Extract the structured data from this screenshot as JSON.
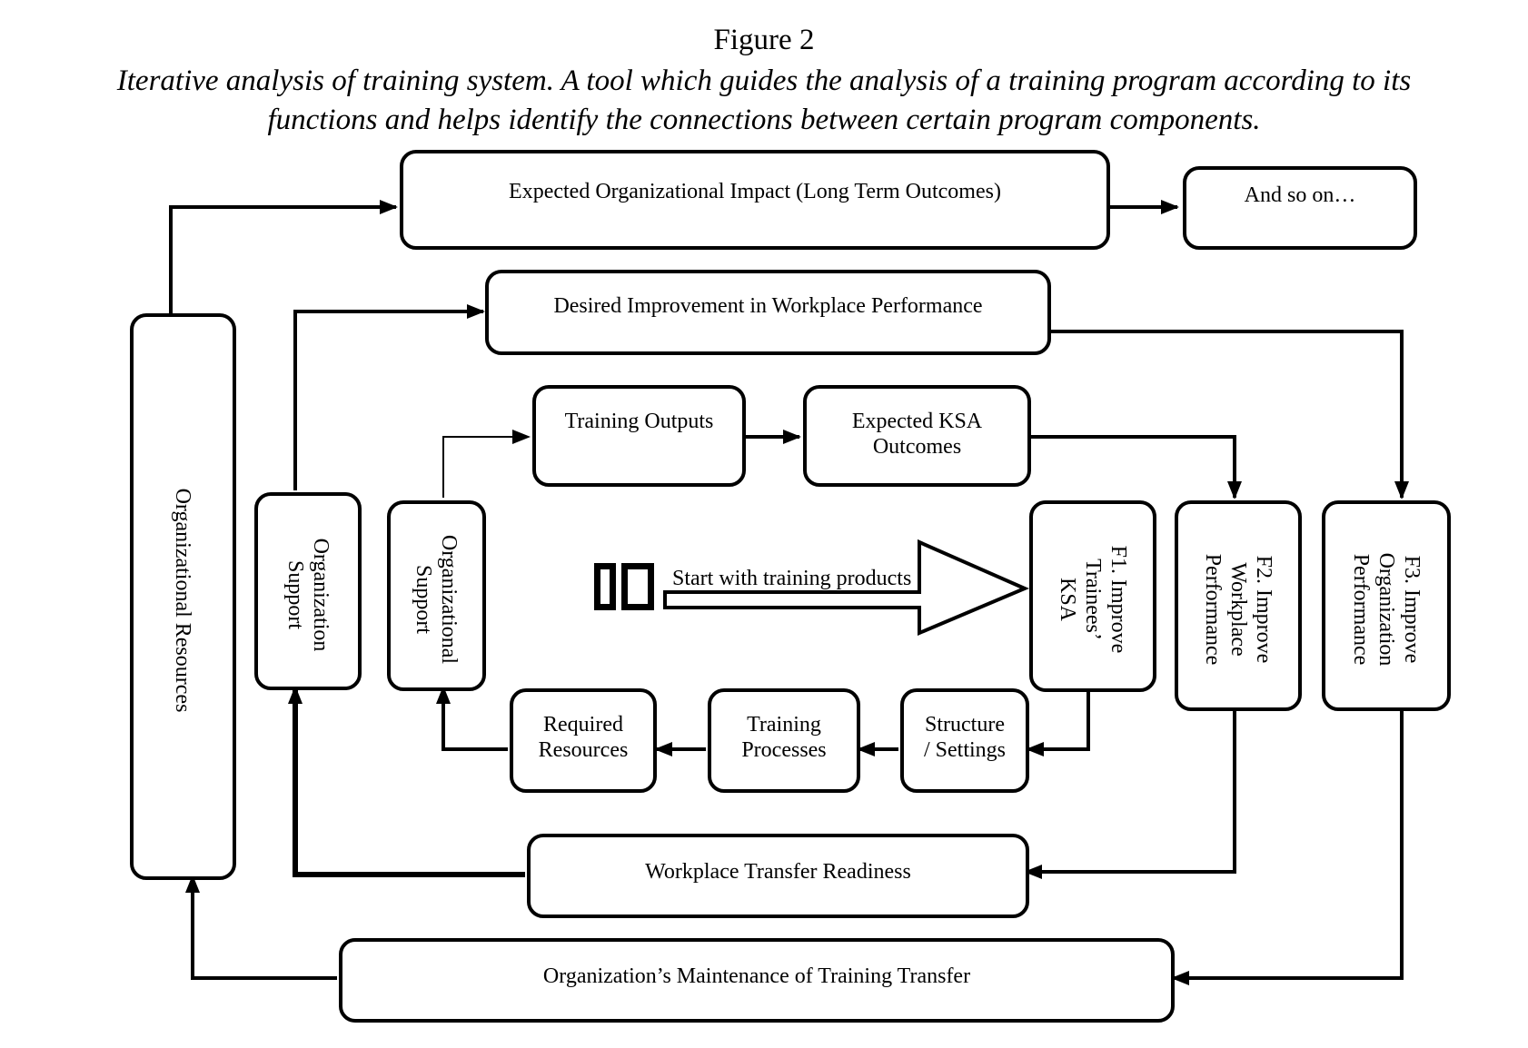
{
  "figure": {
    "label": "Figure 2",
    "caption_line1": "Iterative analysis of training system. A tool which guides the analysis of a training program according to its",
    "caption_line2": "functions and helps identify the connections between certain program components."
  },
  "boxes": {
    "expected_org_impact": "Expected Organizational Impact (Long Term Outcomes)",
    "and_so_on": "And so on…",
    "desired_improvement": "Desired Improvement in Workplace Performance",
    "training_outputs": "Training Outputs",
    "expected_ksa": {
      "line1": "Expected KSA",
      "line2": "Outcomes"
    },
    "organizational_resources": "Organizational Resources",
    "organization_support": {
      "line1": "Organization",
      "line2": "Support"
    },
    "organizational_support": {
      "line1": "Organizational",
      "line2": "Support"
    },
    "f1": {
      "line1": "F1.  Improve",
      "line2": "Trainees’",
      "line3": "KSA"
    },
    "f2": {
      "line1": "F2.  Improve",
      "line2": "Workplace",
      "line3": "Performance"
    },
    "f3": {
      "line1": "F3.  Improve",
      "line2": "Organization",
      "line3": "Performance"
    },
    "required_resources": {
      "line1": "Required",
      "line2": "Resources"
    },
    "training_processes": {
      "line1": "Training",
      "line2": "Processes"
    },
    "structure_settings": {
      "line1": "Structure",
      "line2": "/ Settings"
    },
    "workplace_transfer": "Workplace Transfer Readiness",
    "maintenance": "Organization’s Maintenance of Training Transfer"
  },
  "start": {
    "label": "Start with training products"
  },
  "colors": {
    "stroke": "#000000",
    "background": "#ffffff"
  }
}
